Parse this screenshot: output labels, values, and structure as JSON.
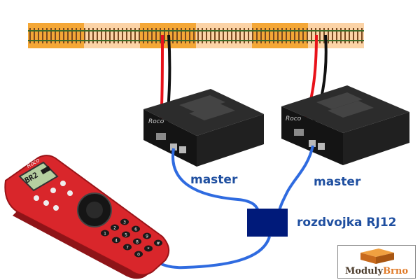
{
  "labels": {
    "master_left": "master",
    "master_right": "master",
    "splitter": "rozdvojka RJ12"
  },
  "logo": {
    "part1": "Moduly",
    "part2": "Brno"
  },
  "controller": {
    "brand": "Roco",
    "screen_text": "BR2 ■■",
    "digit_keys": [
      "1",
      "2",
      "3",
      "4",
      "5",
      "6",
      "7",
      "8",
      "9",
      "0",
      "*",
      "#"
    ]
  },
  "boosters": [
    {
      "brand": "Roco"
    },
    {
      "brand": "Roco"
    }
  ],
  "colors": {
    "track_orange": "#f4a736",
    "track_light": "#fbd3a6",
    "wire_red": "#e8121a",
    "wire_black": "#111111",
    "cable_blue": "#2f6be0",
    "splitter_navy": "#001a7a",
    "label_text": "#1f4fa0",
    "controller_red": "#d9262b"
  },
  "icons": [
    "track-icon",
    "booster-box-icon",
    "handheld-controller-icon",
    "rj12-splitter-icon",
    "logo-icon"
  ]
}
